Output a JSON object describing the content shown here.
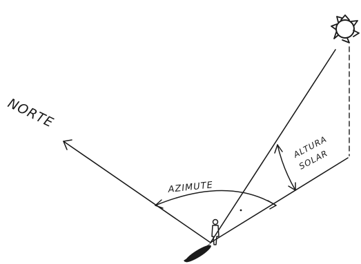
{
  "labels": {
    "north": "NORTE",
    "azimuth": "AZIMUTE",
    "altitude_line1": "ALTURA",
    "altitude_line2": "SOLAR"
  },
  "colors": {
    "ink": "#1a1a1a",
    "background": "#ffffff"
  },
  "icons": [
    "sun-icon",
    "person-icon",
    "north-arrow-icon"
  ]
}
